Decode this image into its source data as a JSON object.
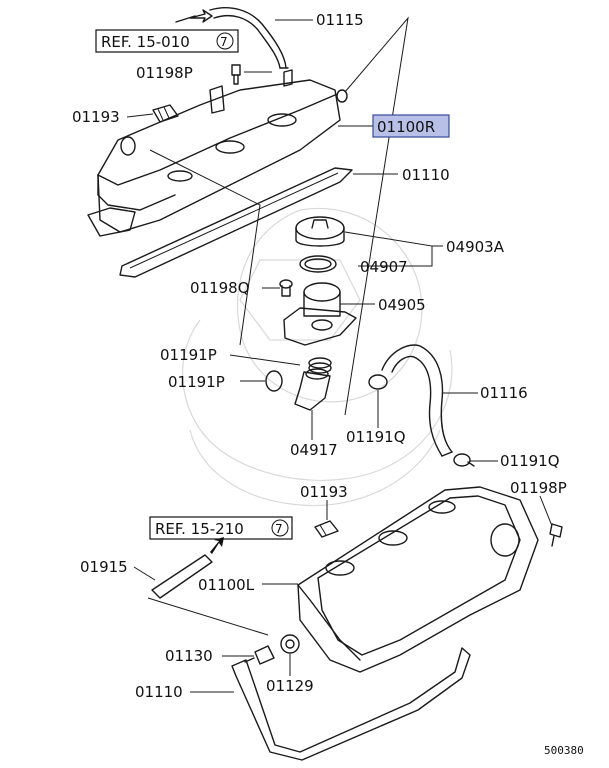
{
  "diagram_id": "500380",
  "refs": {
    "top": {
      "text": "REF. 15-010",
      "num": "7"
    },
    "bottom": {
      "text": "REF. 15-210",
      "num": "7"
    }
  },
  "labels": {
    "p01115": "01115",
    "p01198P_top": "01198P",
    "p01193_top": "01193",
    "p01100R": "01100R",
    "p01110_top": "01110",
    "p04903A": "04903A",
    "p04907": "04907",
    "p01198Q": "01198Q",
    "p04905": "04905",
    "p01191P_a": "01191P",
    "p01191P_b": "01191P",
    "p04917": "04917",
    "p01191Q_a": "01191Q",
    "p01116": "01116",
    "p01191Q_b": "01191Q",
    "p01193_bot": "01193",
    "p01198P_bot": "01198P",
    "p01915": "01915",
    "p01100L": "01100L",
    "p01130": "01130",
    "p01129": "01129",
    "p01110_bot": "01110"
  },
  "colors": {
    "highlight_fill": "#b8c0e8",
    "highlight_stroke": "#3a4a9a",
    "line": "#1a1a1a"
  }
}
